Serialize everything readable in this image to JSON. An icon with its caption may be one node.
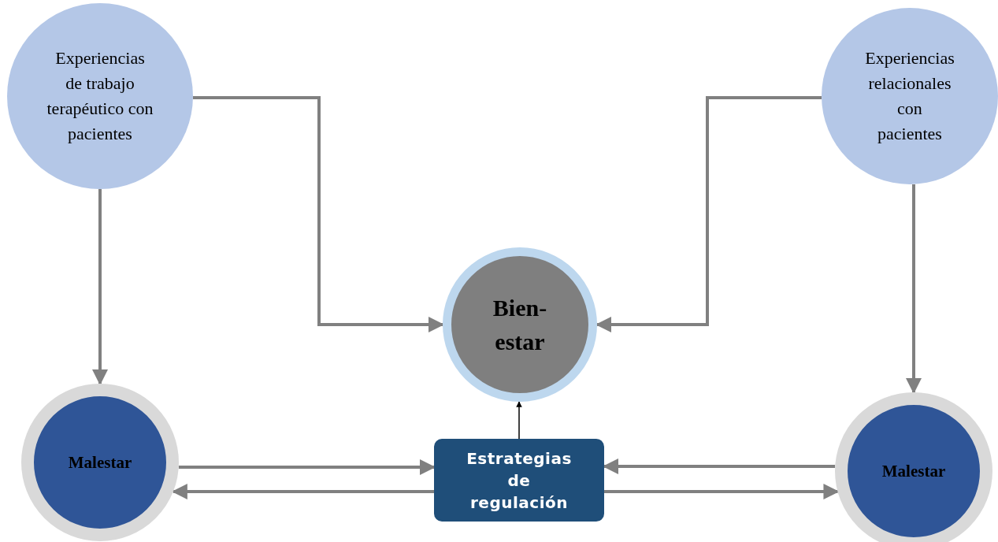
{
  "diagram": {
    "nodes": [
      {
        "text": [
          "Experiencias de trabajo terapéutico con pacientes"
        ]
      },
      {
        "text": [
          "Experiencias relacionales con pacientes"
        ]
      },
      {
        "text": [
          "Bien- estar"
        ]
      },
      {
        "text": [
          "Malestar"
        ]
      },
      {
        "text": [
          "Estrategias de regulación"
        ]
      },
      {
        "text": [
          "Malestar"
        ]
      }
    ],
    "edges": [
      {
        "from": 0,
        "to": 2,
        "arrow": "to"
      },
      {
        "from": 1,
        "to": 2,
        "arrow": "to"
      },
      {
        "from": 0,
        "to": 3,
        "arrow": "to"
      },
      {
        "from": 1,
        "to": 5,
        "arrow": "to"
      },
      {
        "from": 3,
        "to": 4,
        "arrow": "to"
      },
      {
        "from": 4,
        "to": 3,
        "arrow": "to"
      },
      {
        "from": 4,
        "to": 5,
        "arrow": "to"
      },
      {
        "from": 5,
        "to": 4,
        "arrow": "to"
      },
      {
        "from": 4,
        "to": 2,
        "arrow": "to",
        "color": "#000000"
      }
    ]
  }
}
